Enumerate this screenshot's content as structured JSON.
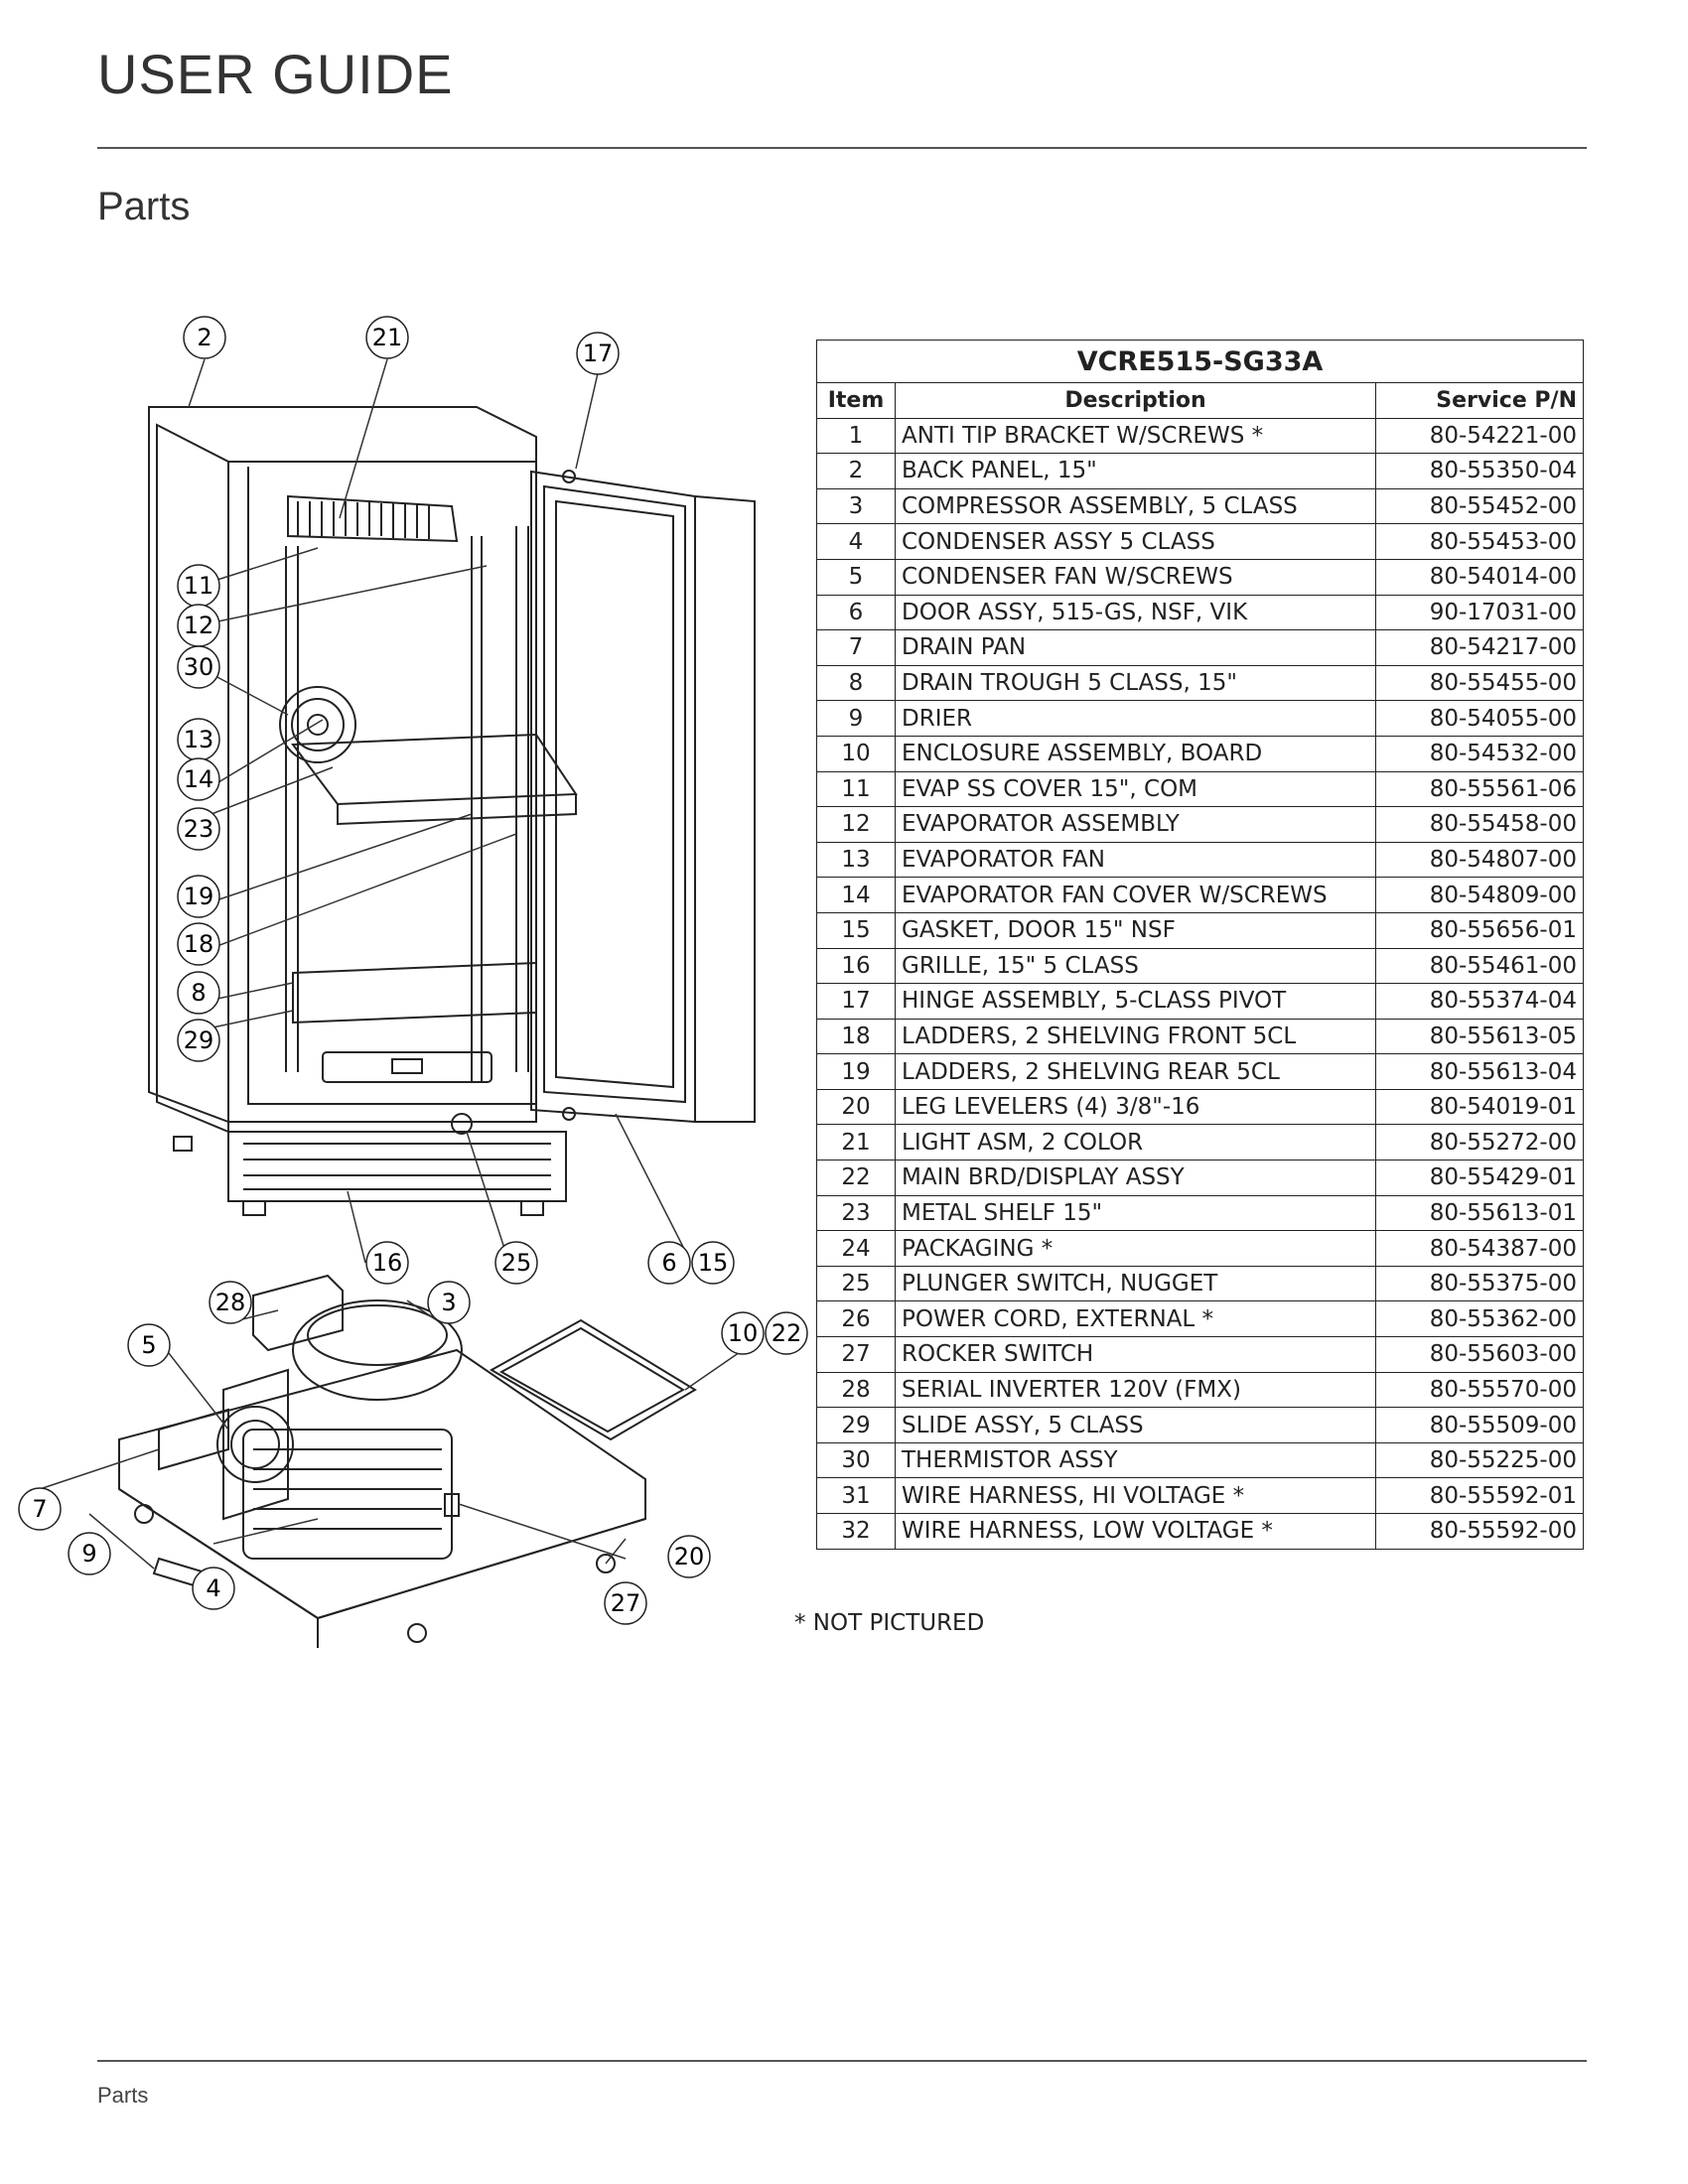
{
  "header": {
    "title": "USER GUIDE"
  },
  "section": {
    "title": "Parts"
  },
  "footer": {
    "label": "Parts"
  },
  "table": {
    "model": "VCRE515-SG33A",
    "columns": [
      "Item",
      "Description",
      "Service P/N"
    ],
    "rows": [
      {
        "item": "1",
        "desc": "ANTI TIP BRACKET W/SCREWS *",
        "pn": "80-54221-00"
      },
      {
        "item": "2",
        "desc": "BACK PANEL, 15\"",
        "pn": "80-55350-04"
      },
      {
        "item": "3",
        "desc": "COMPRESSOR ASSEMBLY, 5 CLASS",
        "pn": "80-55452-00"
      },
      {
        "item": "4",
        "desc": "CONDENSER ASSY 5 CLASS",
        "pn": "80-55453-00"
      },
      {
        "item": "5",
        "desc": "CONDENSER FAN W/SCREWS",
        "pn": "80-54014-00"
      },
      {
        "item": "6",
        "desc": "DOOR ASSY, 515-GS, NSF, VIK",
        "pn": "90-17031-00"
      },
      {
        "item": "7",
        "desc": "DRAIN PAN",
        "pn": "80-54217-00"
      },
      {
        "item": "8",
        "desc": "DRAIN TROUGH 5 CLASS, 15\"",
        "pn": "80-55455-00"
      },
      {
        "item": "9",
        "desc": "DRIER",
        "pn": "80-54055-00"
      },
      {
        "item": "10",
        "desc": "ENCLOSURE ASSEMBLY, BOARD",
        "pn": "80-54532-00"
      },
      {
        "item": "11",
        "desc": "EVAP SS COVER 15\", COM",
        "pn": "80-55561-06"
      },
      {
        "item": "12",
        "desc": "EVAPORATOR ASSEMBLY",
        "pn": "80-55458-00"
      },
      {
        "item": "13",
        "desc": "EVAPORATOR FAN",
        "pn": "80-54807-00"
      },
      {
        "item": "14",
        "desc": "EVAPORATOR FAN COVER W/SCREWS",
        "pn": "80-54809-00"
      },
      {
        "item": "15",
        "desc": "GASKET, DOOR 15\" NSF",
        "pn": "80-55656-01"
      },
      {
        "item": "16",
        "desc": "GRILLE, 15\" 5 CLASS",
        "pn": "80-55461-00"
      },
      {
        "item": "17",
        "desc": "HINGE ASSEMBLY, 5-CLASS PIVOT",
        "pn": "80-55374-04"
      },
      {
        "item": "18",
        "desc": "LADDERS, 2 SHELVING FRONT 5CL",
        "pn": "80-55613-05"
      },
      {
        "item": "19",
        "desc": "LADDERS, 2 SHELVING REAR 5CL",
        "pn": "80-55613-04"
      },
      {
        "item": "20",
        "desc": "LEG LEVELERS (4) 3/8\"-16",
        "pn": "80-54019-01"
      },
      {
        "item": "21",
        "desc": "LIGHT ASM, 2 COLOR",
        "pn": "80-55272-00"
      },
      {
        "item": "22",
        "desc": "MAIN BRD/DISPLAY ASSY",
        "pn": "80-55429-01"
      },
      {
        "item": "23",
        "desc": "METAL SHELF 15\"",
        "pn": "80-55613-01"
      },
      {
        "item": "24",
        "desc": "PACKAGING *",
        "pn": "80-54387-00"
      },
      {
        "item": "25",
        "desc": "PLUNGER SWITCH, NUGGET",
        "pn": "80-55375-00"
      },
      {
        "item": "26",
        "desc": "POWER CORD, EXTERNAL *",
        "pn": "80-55362-00"
      },
      {
        "item": "27",
        "desc": "ROCKER SWITCH",
        "pn": "80-55603-00"
      },
      {
        "item": "28",
        "desc": "SERIAL INVERTER 120V  (FMX)",
        "pn": "80-55570-00"
      },
      {
        "item": "29",
        "desc": "SLIDE ASSY, 5 CLASS",
        "pn": "80-55509-00"
      },
      {
        "item": "30",
        "desc": "THERMISTOR ASSY",
        "pn": "80-55225-00"
      },
      {
        "item": "31",
        "desc": "WIRE HARNESS, HI VOLTAGE *",
        "pn": "80-55592-01"
      },
      {
        "item": "32",
        "desc": "WIRE HARNESS, LOW VOLTAGE *",
        "pn": "80-55592-00"
      }
    ]
  },
  "note": "* NOT PICTURED",
  "callouts": [
    "2",
    "21",
    "17",
    "11",
    "12",
    "30",
    "13",
    "14",
    "23",
    "19",
    "18",
    "8",
    "29",
    "16",
    "25",
    "6",
    "15",
    "28",
    "3",
    "5",
    "10",
    "22",
    "7",
    "9",
    "4",
    "27",
    "20"
  ]
}
